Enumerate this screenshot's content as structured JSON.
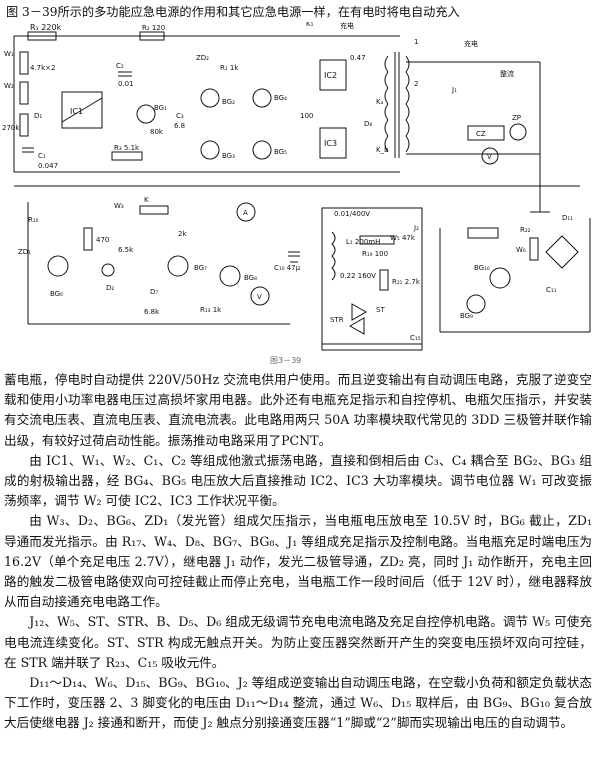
{
  "caption_line": "图 3－39所示的多功能应急电源的作用和其它应急电源一样，在有电时将电自动充入",
  "figure_number": "图3－39",
  "schematic_labels": {
    "r1": "R₁ 220k",
    "w1": "W₁",
    "k1": "4.7k×2",
    "w2": "W₂",
    "d1": "D₁",
    "r270": "270k",
    "ic1": "IC1",
    "c1": "C₁",
    "c1v": "0.047",
    "r120": "R₂ 120",
    "c2": "C₂",
    "c3": "C₃",
    "c001": "0.01",
    "r3": "R₃ 5.1k",
    "bg1": "BG₁",
    "r80k": "80k",
    "zd2": "ZD₂",
    "r1k": "R₁ 1k",
    "bg2": "BG₂",
    "bg3": "BG₃",
    "bg4": "BG₄",
    "bg5": "BG₅",
    "ic2": "IC2",
    "ic3": "IC3",
    "c047": "0.47",
    "r100": "100",
    "d8": "D₈",
    "c68": "6.8",
    "k1relay": "K₁",
    "charge": "充电",
    "ka": "Kₐ",
    "kb": "K_b",
    "fuse": "充电",
    "j1": "J₁",
    "rect": "整流",
    "cz": "CZ",
    "zp": "ZP",
    "v": "V",
    "r10": "R₁₀",
    "zd1": "ZD₁",
    "bg6": "BG₆",
    "d2": "D₂",
    "r470": "470",
    "w3": "W₃",
    "c65k": "6.5k",
    "bg7": "BG₇",
    "dz": "D₇",
    "k": "K",
    "c2k": "2k",
    "bg8": "BG₈",
    "c68k": "6.8k",
    "r1k2": "R₁₃ 1k",
    "a": "A",
    "cap47": "C₁₀ 47μ",
    "vmeter": "V",
    "c400v": "0.01/400V",
    "l1": "L₁ 200mH",
    "w47k": "W₅ 47k",
    "r100b": "R₁₉ 100",
    "c022": "0.22 160V",
    "r27k": "R₂₁ 2.7k",
    "st": "ST",
    "str": "STR",
    "c15": "C₁₅",
    "j2": "J₂",
    "d11": "D₁₁",
    "bg9": "BG₉",
    "bg10": "BG₁₀",
    "c11": "C₁₁",
    "w6": "W₆",
    "r22": "R₂₂",
    "one": "1",
    "two": "2"
  },
  "paragraphs": [
    "蓄电瓶，停电时自动提供 220V/50Hz 交流电供用户使用。而且逆变输出有自动调压电路，克服了逆变空载和使用小功率电器电压过高损坏家用电器。此外还有电瓶充足指示和自控停机、电瓶欠压指示，并安装有交流电压表、直流电压表、直流电流表。此电路用两只 50A 功率模块取代常见的 3DD 三极管并联作输出级，有较好过荷启动性能。振荡推动电路采用了PCNT。",
    "由 IC1、W₁、W₂、C₁、C₂ 等组成他激式振荡电路，直接和倒相后由 C₃、C₄ 耦合至 BG₂、BG₃ 组成的射极输出器，经 BG₄、BG₅ 电压放大后直接推动 IC2、IC3 大功率模块。调节电位器 W₁ 可改变振荡频率，调节 W₂ 可使 IC2、IC3 工作状况平衡。",
    "由 W₃、D₂、BG₆、ZD₁（发光管）组成欠压指示，当电瓶电压放电至 10.5V 时，BG₆ 截止，ZD₁ 导通而发光指示。由 R₁₇、W₄、D₈、BG₇、BG₈、J₁ 等组成充足指示及控制电路。当电瓶充足时端电压为 16.2V（单个充足电压 2.7V），继电器 J₁ 动作，发光二极管导通，ZD₂ 亮，同时 J₁ 动作断开，充电主回路的触发二极管电路使双向可控硅截止而停止充电，当电瓶工作一段时间后（低于 12V 时），继电器释放从而自动接通充电电路工作。",
    "J₁₂、W₅、ST、STR、B、D₅、D₆ 组成无级调节充电电流电路及充足自控停机电路。调节 W₅ 可使充电电流连续变化。ST、STR 构成无触点开关。为防止变压器突然断开产生的突变电压损坏双向可控硅，在 STR 端并联了 R₂₃、C₁₅ 吸收元件。",
    "D₁₁～D₁₄、W₆、D₁₅、BG₉、BG₁₀、J₂ 等组成逆变输出自动调压电路，在空载小负荷和额定负载状态下工作时，变压器 2、3 脚变化的电压由 D₁₁～D₁₄ 整流，通过 W₆、D₁₅ 取样后，由 BG₉、BG₁₀ 复合放大后使继电器 J₂ 接通和断开，而使 J₂ 触点分别接通变压器“1”脚或“2”脚而实现输出电压的自动调节。"
  ]
}
